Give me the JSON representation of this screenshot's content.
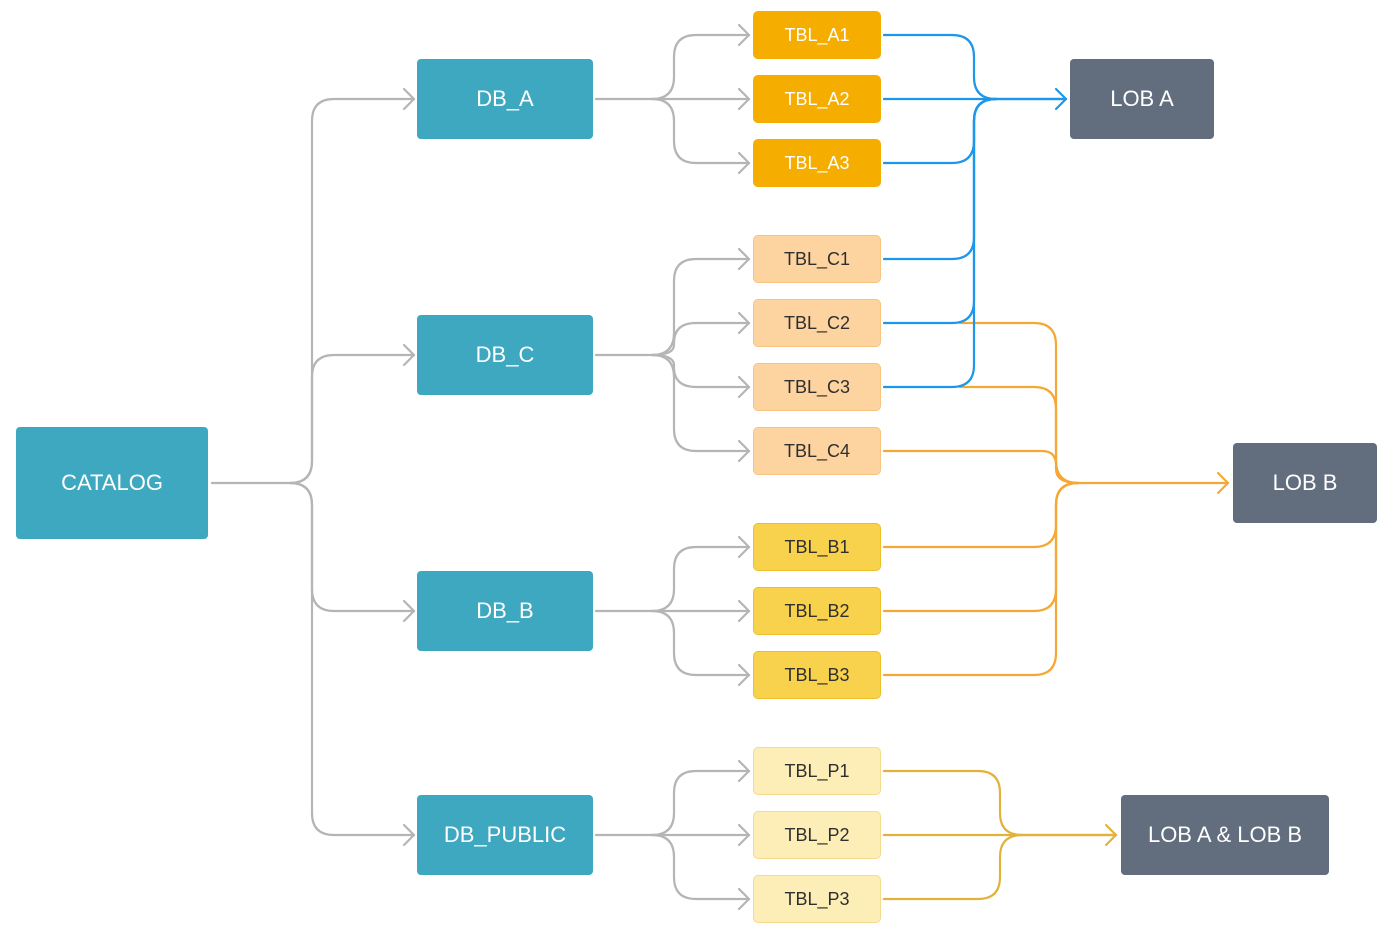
{
  "diagram": {
    "root": "CATALOG",
    "databases": {
      "db_a": "DB_A",
      "db_c": "DB_C",
      "db_b": "DB_B",
      "db_public": "DB_PUBLIC"
    },
    "tables": {
      "a1": "TBL_A1",
      "a2": "TBL_A2",
      "a3": "TBL_A3",
      "c1": "TBL_C1",
      "c2": "TBL_C2",
      "c3": "TBL_C3",
      "c4": "TBL_C4",
      "b1": "TBL_B1",
      "b2": "TBL_B2",
      "b3": "TBL_B3",
      "p1": "TBL_P1",
      "p2": "TBL_P2",
      "p3": "TBL_P3"
    },
    "lobs": {
      "lob_a": "LOB A",
      "lob_b": "LOB B",
      "lob_ab": "LOB A & LOB B"
    },
    "edges": [
      {
        "from": "CATALOG",
        "to": "DB_A"
      },
      {
        "from": "CATALOG",
        "to": "DB_C"
      },
      {
        "from": "CATALOG",
        "to": "DB_B"
      },
      {
        "from": "CATALOG",
        "to": "DB_PUBLIC"
      },
      {
        "from": "DB_A",
        "to": "TBL_A1"
      },
      {
        "from": "DB_A",
        "to": "TBL_A2"
      },
      {
        "from": "DB_A",
        "to": "TBL_A3"
      },
      {
        "from": "DB_C",
        "to": "TBL_C1"
      },
      {
        "from": "DB_C",
        "to": "TBL_C2"
      },
      {
        "from": "DB_C",
        "to": "TBL_C3"
      },
      {
        "from": "DB_C",
        "to": "TBL_C4"
      },
      {
        "from": "DB_B",
        "to": "TBL_B1"
      },
      {
        "from": "DB_B",
        "to": "TBL_B2"
      },
      {
        "from": "DB_B",
        "to": "TBL_B3"
      },
      {
        "from": "DB_PUBLIC",
        "to": "TBL_P1"
      },
      {
        "from": "DB_PUBLIC",
        "to": "TBL_P2"
      },
      {
        "from": "DB_PUBLIC",
        "to": "TBL_P3"
      },
      {
        "from": "TBL_A1",
        "to": "LOB A"
      },
      {
        "from": "TBL_A2",
        "to": "LOB A"
      },
      {
        "from": "TBL_A3",
        "to": "LOB A"
      },
      {
        "from": "TBL_C1",
        "to": "LOB A"
      },
      {
        "from": "TBL_C2",
        "to": "LOB A"
      },
      {
        "from": "TBL_C3",
        "to": "LOB A"
      },
      {
        "from": "TBL_C2",
        "to": "LOB B"
      },
      {
        "from": "TBL_C3",
        "to": "LOB B"
      },
      {
        "from": "TBL_C4",
        "to": "LOB B"
      },
      {
        "from": "TBL_B1",
        "to": "LOB B"
      },
      {
        "from": "TBL_B2",
        "to": "LOB B"
      },
      {
        "from": "TBL_B3",
        "to": "LOB B"
      },
      {
        "from": "TBL_P1",
        "to": "LOB A & LOB B"
      },
      {
        "from": "TBL_P2",
        "to": "LOB A & LOB B"
      },
      {
        "from": "TBL_P3",
        "to": "LOB A & LOB B"
      }
    ],
    "colors": {
      "database": "#3ea8c0",
      "lob": "#626d7e",
      "connector_gray": "#b5b5b5",
      "connector_lob_a": "#1e96ea",
      "connector_lob_b": "#f6a834",
      "connector_lob_ab": "#e2b33c",
      "table_a": "#f5ad00",
      "table_c": "#fdd39f",
      "table_b": "#f8d24c",
      "table_p": "#fdedb7"
    }
  }
}
